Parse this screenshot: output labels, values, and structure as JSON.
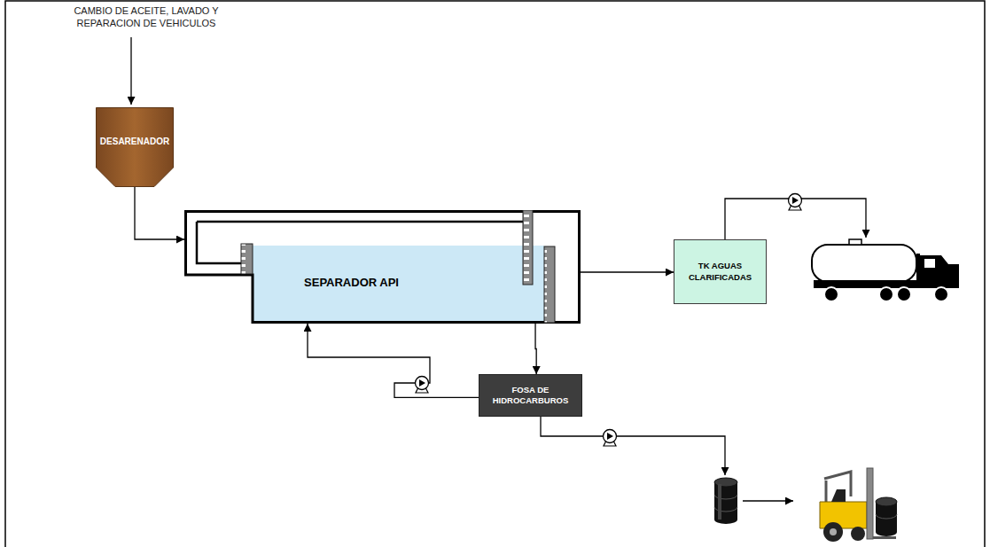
{
  "diagram": {
    "nodes": [
      {
        "text": [
          "DESARENADOR"
        ]
      },
      {
        "text": [
          "SEPARADOR API"
        ]
      },
      {
        "text": [
          "TK AGUAS CLARIFICADAS"
        ]
      },
      {
        "text": [
          "FOSA DE HIDROCARBUROS"
        ]
      }
    ],
    "edges": [
      {
        "from": 0,
        "to": 1,
        "arrow": "to"
      },
      {
        "from": 1,
        "to": 2,
        "arrow": "to"
      },
      {
        "from": 1,
        "to": 3,
        "arrow": "to"
      },
      {
        "from": 3,
        "to": 1,
        "arrow": "to"
      }
    ],
    "labels": [
      "CAMBIO DE ACEITE, LAVADO Y REPARACION DE VEHICULOS"
    ]
  }
}
